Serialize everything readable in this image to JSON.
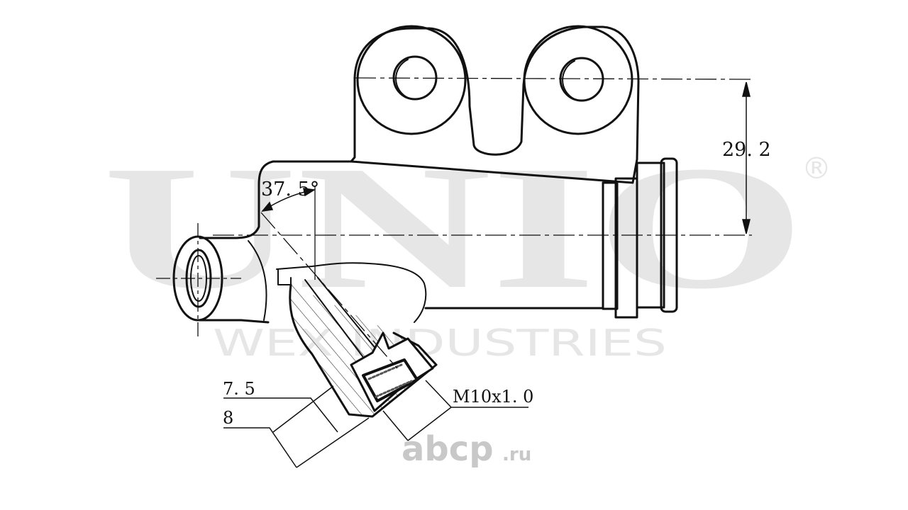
{
  "watermark": {
    "brand": "UNIO",
    "registered": "®",
    "company": "WEX INDUSTRIES",
    "site_name": "abcp",
    "site_tld": ".ru",
    "color": "#e6e6e6",
    "site_color": "#c8c8c8"
  },
  "dimensions": {
    "mount_spacing": "29. 2",
    "port_angle": "37. 5°",
    "thread": "M10x1. 0",
    "depth_a": "7. 5",
    "depth_b": "8"
  },
  "colors": {
    "line": "#111111",
    "hatch": "#333333"
  }
}
